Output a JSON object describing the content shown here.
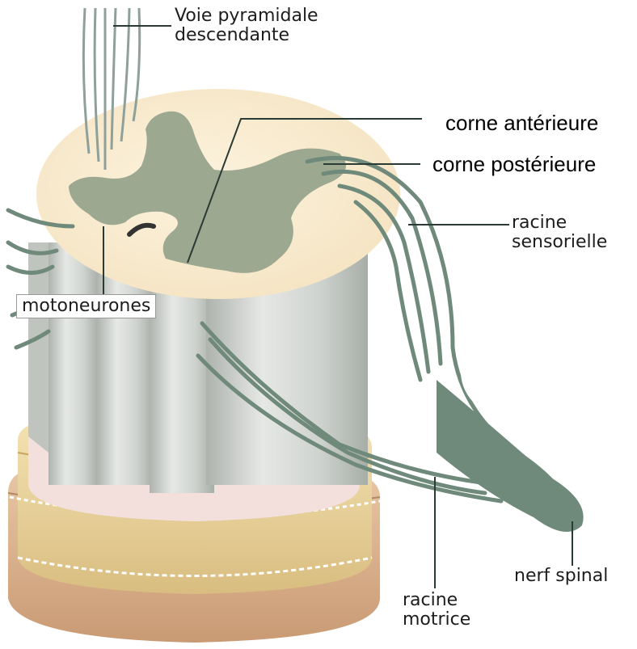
{
  "labels": {
    "voie_pyramidale": "Voie pyramidale\ndescendante",
    "corne_anterieure": "corne antérieure",
    "corne_posterieure": "corne postérieure",
    "racine_sensorielle": "racine\nsensorielle",
    "motoneurones": "motoneurones",
    "nerf_spinal": "nerf spinal",
    "racine_motrice": "racine\nmotrice"
  },
  "colors": {
    "white_matter": "#faeed6",
    "grey_matter": "#9da890",
    "nerve_green": "#6f8a7a",
    "column_grey": "#cfd3cf",
    "meninges_pink": "#f3e0dc",
    "dura_gold": "#e6cf96",
    "dura_brown": "#dcb38e"
  }
}
